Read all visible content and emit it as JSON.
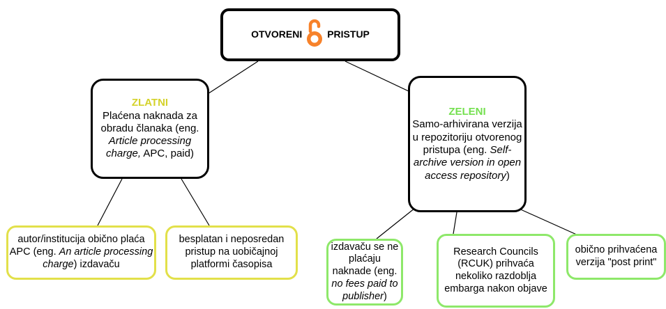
{
  "colors": {
    "zlatni": "#d4d22a",
    "zeleni": "#74e04f",
    "lock": "#f7822a"
  },
  "root": {
    "left": "OTVORENI",
    "right": "PRISTUP",
    "icon": "open-access-lock-icon"
  },
  "zlatni": {
    "title": "ZLATNI",
    "line1": "Plaćena naknada za obradu članaka (eng.",
    "italic": "Article processing charge,",
    "end": " APC, paid)"
  },
  "zeleni": {
    "title": "ZELENI",
    "line1": "Samo-arhivirana verzija u repozitoriju otvorenog pristupa (eng.",
    "italic": "Self-archive version in open access repository",
    "end": ")"
  },
  "leaves": {
    "l1": {
      "pre": "autor/institucija obično plaća APC (eng.",
      "italic": "An article processing charge",
      "post": ") izdavaču"
    },
    "l2": {
      "text": "besplatan i neposredan pristup na uobičajnoj platformi časopisa"
    },
    "l3": {
      "pre": "izdavaču se ne plaćaju naknade (eng.",
      "italic": "no fees paid to publisher",
      "post": ")"
    },
    "l4": {
      "text": "Research Councils (RCUK) prihvaća nekoliko razdoblja embarga nakon objave"
    },
    "l5": {
      "text": "obično prihvaćena verzija \"post print\""
    }
  }
}
